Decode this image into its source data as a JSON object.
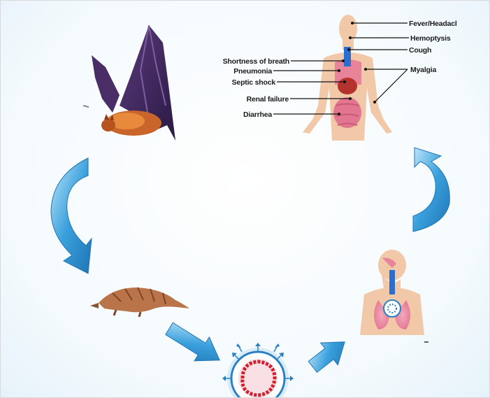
{
  "symptoms": {
    "left": [
      {
        "id": "shortness",
        "label": "Shortness of breath"
      },
      {
        "id": "pneumonia",
        "label": "Pneumonia"
      },
      {
        "id": "septic",
        "label": "Septic shock"
      },
      {
        "id": "renal",
        "label": "Renal failure"
      },
      {
        "id": "diarrhea",
        "label": "Diarrhea"
      }
    ],
    "right": [
      {
        "id": "fever",
        "label": "Fever/Headacl"
      },
      {
        "id": "hemoptysis",
        "label": "Hemoptysis"
      },
      {
        "id": "cough",
        "label": "Cough"
      },
      {
        "id": "myalgia",
        "label": "Myalgia"
      }
    ]
  },
  "nodes": [
    {
      "id": "bat",
      "icon": "bat-icon"
    },
    {
      "id": "pangolin",
      "icon": "pangolin-icon"
    },
    {
      "id": "virus",
      "icon": "coronavirus-icon"
    },
    {
      "id": "respiratory",
      "icon": "human-respiratory-icon"
    },
    {
      "id": "body",
      "icon": "human-body-organs-icon"
    }
  ],
  "colors": {
    "arrow": "#3aa0dc",
    "arrow_dark": "#1f74b4",
    "arrow_light": "#bfe6fb",
    "skin": "#f1c9a8",
    "organ": "#e8849a"
  }
}
